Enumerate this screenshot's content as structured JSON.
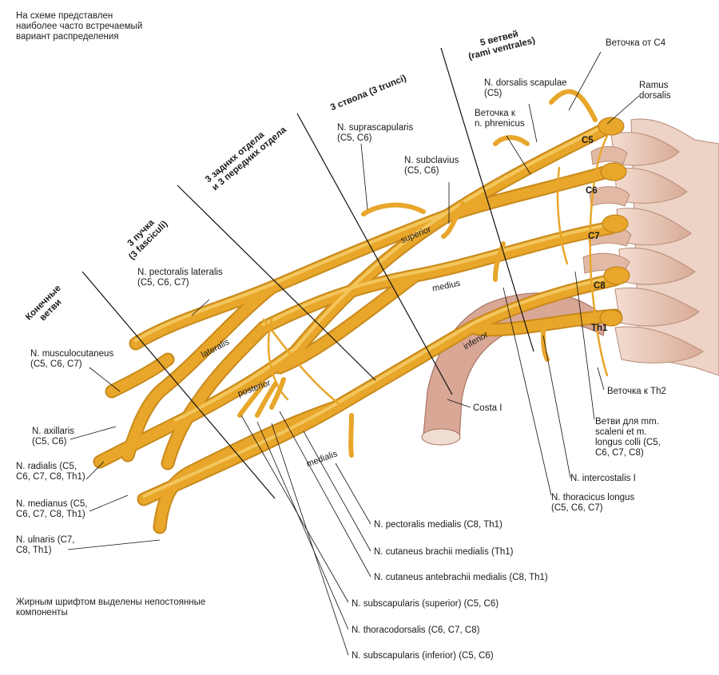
{
  "notes": {
    "top": [
      "На схеме представлен",
      "наиболее часто встречаемый",
      "вариант распределения"
    ],
    "bottom": [
      "Жирным шрифтом выделены непостоянные",
      "компоненты"
    ]
  },
  "section_headers": {
    "rami": [
      "5 ветвей",
      "(rami ventrales)"
    ],
    "trunci": "3 ствола (3 trunci)",
    "divisions": [
      "3 задних отдела",
      "и 3 передних отдела"
    ],
    "fasciculi": [
      "3 пучка",
      "(3 fasciculi)"
    ],
    "terminal": [
      "Конечные",
      "ветви"
    ]
  },
  "trunk_labels": {
    "superior": "superior",
    "medius": "medius",
    "inferior": "inferior"
  },
  "cord_labels": {
    "lateralis": "lateralis",
    "posterior": "posterior",
    "medialis": "medialis"
  },
  "root_labels": {
    "c5": "C5",
    "c6": "C6",
    "c7": "C7",
    "c8": "C8",
    "th1": "Th1"
  },
  "labels": {
    "vetochka_c4": "Веточка от C4",
    "ramus_dorsalis": [
      "Ramus",
      "dorsalis"
    ],
    "dorsalis_scapulae": [
      "N. dorsalis scapulae",
      "(C5)"
    ],
    "phrenicus": [
      "Веточка к",
      "n. phrenicus"
    ],
    "suprascapularis": [
      "N. suprascapularis",
      "(C5, C6)"
    ],
    "subclavius": [
      "N. subclavius",
      "(C5, C6)"
    ],
    "pectoralis_lateralis": [
      "N. pectoralis lateralis",
      "(C5, C6, C7)"
    ],
    "musculocutaneus": [
      "N. musculocutaneus",
      "(C5, C6, C7)"
    ],
    "axillaris": [
      "N. axillaris",
      "(C5, C6)"
    ],
    "radialis": [
      "N. radialis (C5,",
      "C6, C7, C8, Th1)"
    ],
    "medianus": [
      "N. medianus (C5,",
      "C6, C7, C8, Th1)"
    ],
    "ulnaris": [
      "N. ulnaris (C7,",
      "C8, Th1)"
    ],
    "costa": "Costa I",
    "vetochka_th2": "Веточка к Th2",
    "scaleni": [
      "Ветви для mm.",
      "scaleni et m.",
      "longus colli (C5,",
      "C6, C7, C8)"
    ],
    "intercostalis": "N. intercostalis I",
    "thoracicus_longus": [
      "N. thoracicus longus",
      "(C5, C6, C7)"
    ],
    "pectoralis_medialis": "N. pectoralis medialis (C8, Th1)",
    "cutaneus_brachii": "N. cutaneus brachii medialis (Th1)",
    "cutaneus_antebrachii": "N. cutaneus antebrachii medialis (C8, Th1)",
    "subscapularis_superior": "N. subscapularis (superior) (C5, C6)",
    "thoracodorsalis": "N. thoracodorsalis (C6, C7, C8)",
    "subscapularis_inferior": "N. subscapularis (inferior) (C5, C6)"
  },
  "colors": {
    "nerve": "#e8a62a",
    "nerve_light": "#f6cf6a",
    "nerve_dark": "#b97a12",
    "bone": "#e9c6b4",
    "bone_dark": "#b98a76",
    "line": "#111111"
  }
}
